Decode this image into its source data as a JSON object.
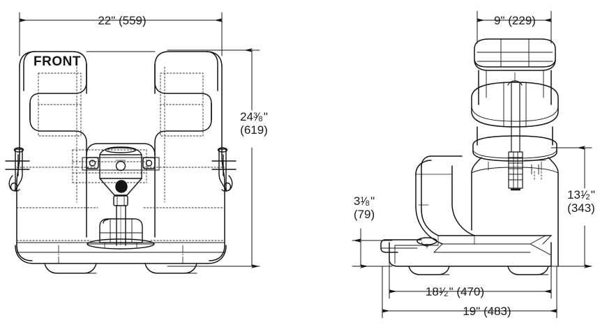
{
  "drawing": {
    "title": "Water cooler / bottled dispenser dimensioned engineering drawing",
    "views": [
      {
        "id": "front-view",
        "label": "FRONT"
      },
      {
        "id": "side-view",
        "label": ""
      }
    ],
    "colors": {
      "line": "#141414",
      "hidden_line": "#2b2b2b",
      "background": "#ffffff",
      "text": "#1a1a1a"
    },
    "labels": {
      "front_marking": "FRONT"
    },
    "dimensions": {
      "front_width": {
        "imperial_whole": "22",
        "imperial_fraction": "",
        "inch_mark": "\"",
        "metric": "(559)",
        "full": "22\" (559)",
        "orientation": "horizontal",
        "view": "front-view"
      },
      "front_height": {
        "imperial_whole": "24",
        "imperial_fraction": "3/8",
        "fraction_numerator": "3",
        "fraction_denominator": "8",
        "inch_mark": "\"",
        "metric": "(619)",
        "full": "24 3/8\" (619)",
        "orientation": "vertical",
        "view": "front-view"
      },
      "side_top_width": {
        "imperial_whole": "9",
        "imperial_fraction": "",
        "inch_mark": "\"",
        "metric": "(229)",
        "full": "9\" (229)",
        "orientation": "horizontal",
        "view": "side-view"
      },
      "side_base_height": {
        "imperial_whole": "3",
        "imperial_fraction": "1/8",
        "fraction_numerator": "1",
        "fraction_denominator": "8",
        "inch_mark": "\"",
        "metric": "(79)",
        "full": "3 1/8\" (79)",
        "orientation": "vertical",
        "view": "side-view"
      },
      "side_height": {
        "imperial_whole": "13",
        "imperial_fraction": "1/2",
        "fraction_numerator": "1",
        "fraction_denominator": "2",
        "inch_mark": "\"",
        "metric": "(343)",
        "full": "13 1/2\" (343)",
        "orientation": "vertical",
        "view": "side-view"
      },
      "side_inner_depth": {
        "imperial_whole": "18",
        "imperial_fraction": "1/2",
        "fraction_numerator": "1",
        "fraction_denominator": "2",
        "inch_mark": "\"",
        "metric": "(470)",
        "full": "18 1/2\" (470)",
        "orientation": "horizontal",
        "view": "side-view"
      },
      "side_overall_depth": {
        "imperial_whole": "19",
        "imperial_fraction": "",
        "inch_mark": "\"",
        "metric": "(483)",
        "full": "19\" (483)",
        "orientation": "horizontal",
        "view": "side-view"
      }
    }
  }
}
